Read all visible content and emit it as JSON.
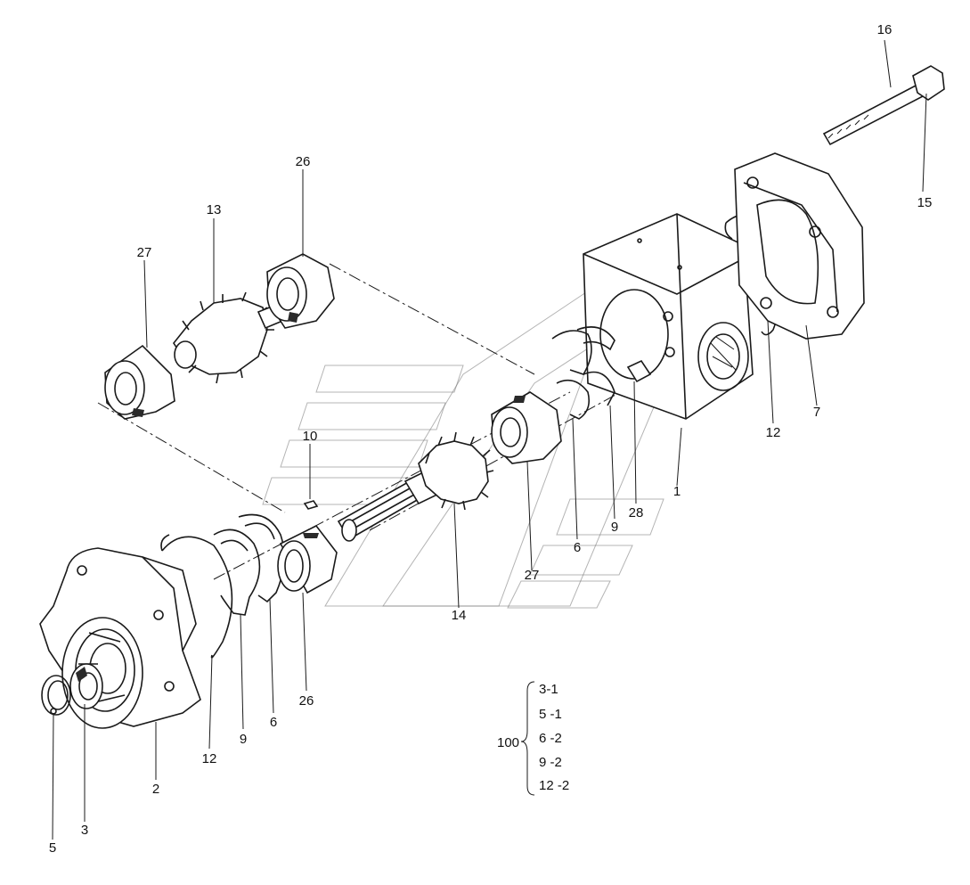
{
  "part_labels": {
    "p1": "1",
    "p2": "2",
    "p3": "3",
    "p5": "5",
    "p6a": "6",
    "p6b": "6",
    "p7": "7",
    "p9a": "9",
    "p9b": "9",
    "p10": "10",
    "p12a": "12",
    "p12b": "12",
    "p13": "13",
    "p14": "14",
    "p15": "15",
    "p16": "16",
    "p26a": "26",
    "p26b": "26",
    "p27a": "27",
    "p27b": "27",
    "p28": "28"
  },
  "kit": {
    "id": "100",
    "items": [
      "3-1",
      "5 -1",
      "6 -2",
      "9 -2",
      "12 -2"
    ]
  }
}
